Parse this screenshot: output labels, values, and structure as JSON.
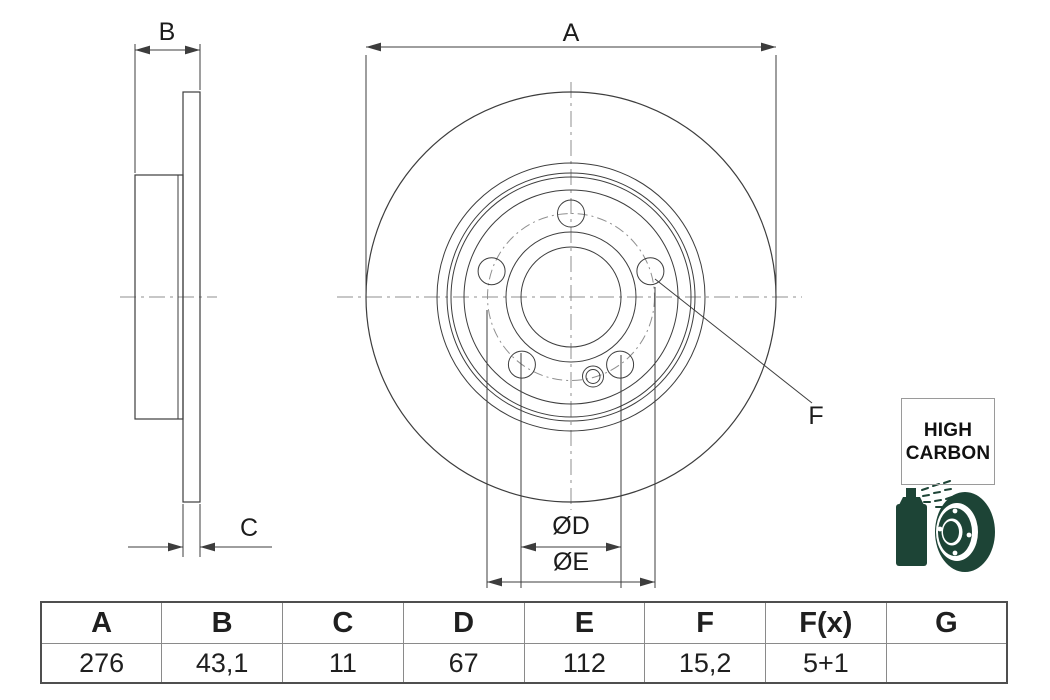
{
  "drawing": {
    "labels": {
      "a": "A",
      "b": "B",
      "c": "C",
      "f": "F",
      "d_dia": "ØD",
      "e_dia": "ØE"
    }
  },
  "badge": {
    "line1": "HIGH",
    "line2": "CARBON"
  },
  "colors": {
    "line": "#3d3d3d",
    "centerline": "#8f8f8f",
    "icon_green": "#1d4436"
  },
  "table": {
    "headers": [
      "A",
      "B",
      "C",
      "D",
      "E",
      "F",
      "F(x)",
      "G"
    ],
    "values": [
      "276",
      "43,1",
      "11",
      "67",
      "112",
      "15,2",
      "5+1",
      ""
    ]
  }
}
